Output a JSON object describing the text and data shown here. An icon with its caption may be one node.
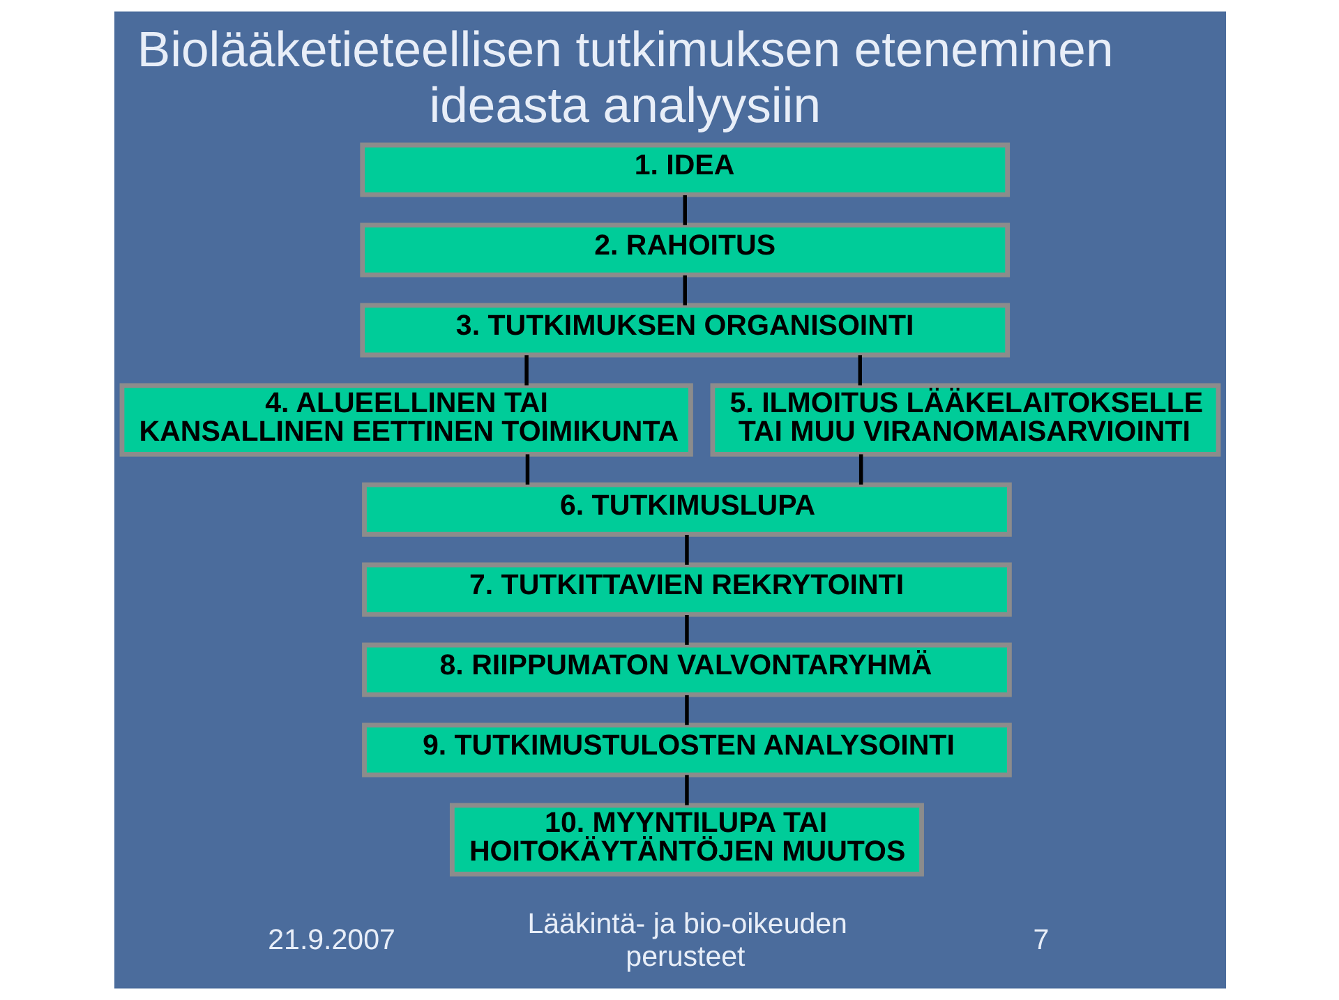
{
  "diagram": {
    "title": "Biolääketieteellisen tutkimuksen eteneminen ideasta analyysiin",
    "nodes": [
      {
        "text": [
          "1. IDEA"
        ]
      },
      {
        "text": [
          "2. RAHOITUS"
        ]
      },
      {
        "text": [
          "3. TUTKIMUKSEN ORGANISOINTI"
        ]
      },
      {
        "text": [
          "4. ALUEELLINEN TAI KANSALLINEN EETTINEN TOIMIKUNTA"
        ]
      },
      {
        "text": [
          "5. ILMOITUS LÄÄKELAITOKSELLE TAI MUU VIRANOMAISARVIOINTI"
        ]
      },
      {
        "text": [
          "6. TUTKIMUSLUPA"
        ]
      },
      {
        "text": [
          "7. TUTKITTAVIEN REKRYTOINTI"
        ]
      },
      {
        "text": [
          "8. RIIPPUMATON VALVONTARYHMÄ"
        ]
      },
      {
        "text": [
          "9. TUTKIMUSTULOSTEN ANALYSOINTI"
        ]
      },
      {
        "text": [
          "10. MYYNTILUPA TAI HOITOKÄYTÄNTÖJEN MUUTOS"
        ]
      }
    ],
    "edges": [
      {
        "from": 0,
        "to": 1,
        "arrow": "none"
      },
      {
        "from": 1,
        "to": 2,
        "arrow": "none"
      },
      {
        "from": 2,
        "to": 3,
        "arrow": "none"
      },
      {
        "from": 2,
        "to": 4,
        "arrow": "none"
      },
      {
        "from": 3,
        "to": 5,
        "arrow": "none"
      },
      {
        "from": 4,
        "to": 5,
        "arrow": "none"
      },
      {
        "from": 5,
        "to": 6,
        "arrow": "none"
      },
      {
        "from": 6,
        "to": 7,
        "arrow": "none"
      },
      {
        "from": 7,
        "to": 8,
        "arrow": "none"
      },
      {
        "from": 8,
        "to": 9,
        "arrow": "none"
      }
    ],
    "labels": [
      "21.9.2007",
      "Lääkintä- ja bio-oikeuden perusteet",
      "7"
    ]
  }
}
